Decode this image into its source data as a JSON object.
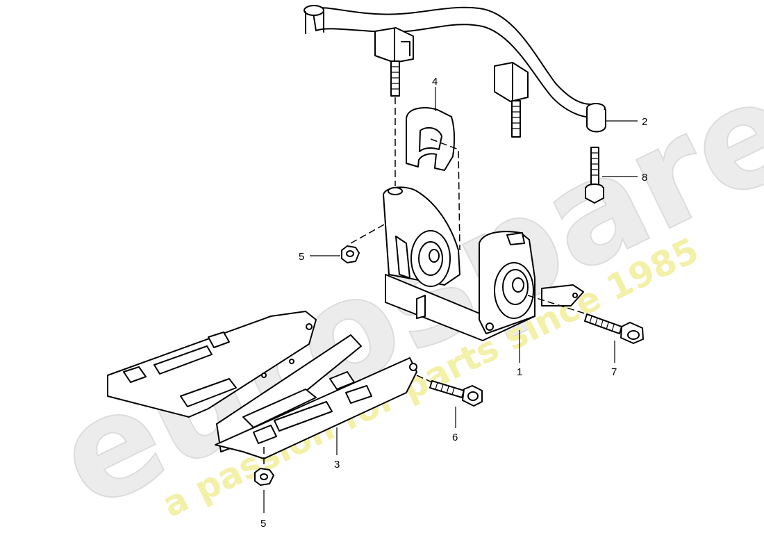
{
  "diagram": {
    "callouts": [
      {
        "id": "callout-1",
        "label": "1"
      },
      {
        "id": "callout-2",
        "label": "2"
      },
      {
        "id": "callout-3",
        "label": "3"
      },
      {
        "id": "callout-4",
        "label": "4"
      },
      {
        "id": "callout-5a",
        "label": "5"
      },
      {
        "id": "callout-5b",
        "label": "5"
      },
      {
        "id": "callout-6",
        "label": "6"
      },
      {
        "id": "callout-7",
        "label": "7"
      },
      {
        "id": "callout-8",
        "label": "8"
      }
    ]
  },
  "watermark": {
    "brand": "eurospares",
    "tagline": "a passion for parts since 1985",
    "brand_color": "#e6e6e6",
    "tagline_color": "#f3f0a8"
  }
}
